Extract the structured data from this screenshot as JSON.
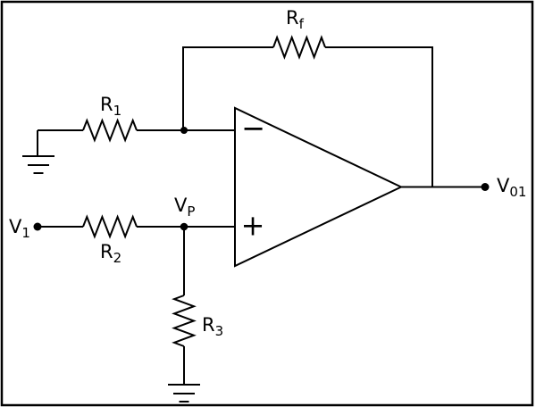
{
  "labels": {
    "rf": {
      "main": "R",
      "sub": "f"
    },
    "r1": {
      "main": "R",
      "sub": "1"
    },
    "r2": {
      "main": "R",
      "sub": "2"
    },
    "r3": {
      "main": "R",
      "sub": "3"
    },
    "v1": {
      "main": "V",
      "sub": "1"
    },
    "vp": {
      "main": "V",
      "sub": "P"
    },
    "vo1": {
      "main": "V",
      "sub": "01"
    }
  },
  "opamp": {
    "inverting_symbol": "−",
    "noninverting_symbol": "+"
  },
  "colors": {
    "ink": "#000000",
    "background": "#ffffff"
  }
}
